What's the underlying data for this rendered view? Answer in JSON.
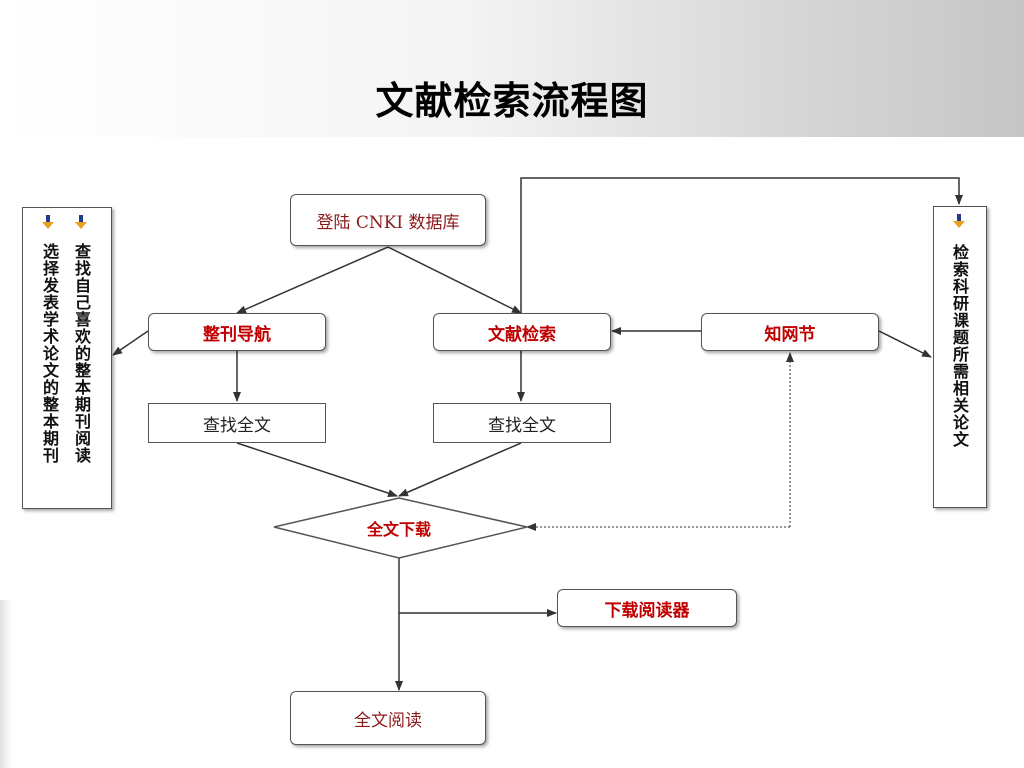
{
  "slide": {
    "title": "文献检索流程图"
  },
  "nodes": {
    "login": "登陆 CNKI 数据库",
    "journal_nav": "整刊导航",
    "literature_search": "文献检索",
    "knowledge_net": "知网节",
    "find_fulltext_1": "查找全文",
    "find_fulltext_2": "查找全文",
    "fulltext_download": "全文下载",
    "download_reader": "下载阅读器",
    "fulltext_read": "全文阅读"
  },
  "side_panels": {
    "left_col_1": "查找自己喜欢的整本期刊阅读",
    "left_col_2": "选择发表学术论文的整本期刊",
    "right_col": "检索科研课题所需相关论文"
  },
  "colors": {
    "accent_red": "#c00000",
    "bullet_blue": "#1f3c8a",
    "bullet_orange": "#e8a020"
  },
  "icons": [
    "bullet-arrow-icon"
  ]
}
